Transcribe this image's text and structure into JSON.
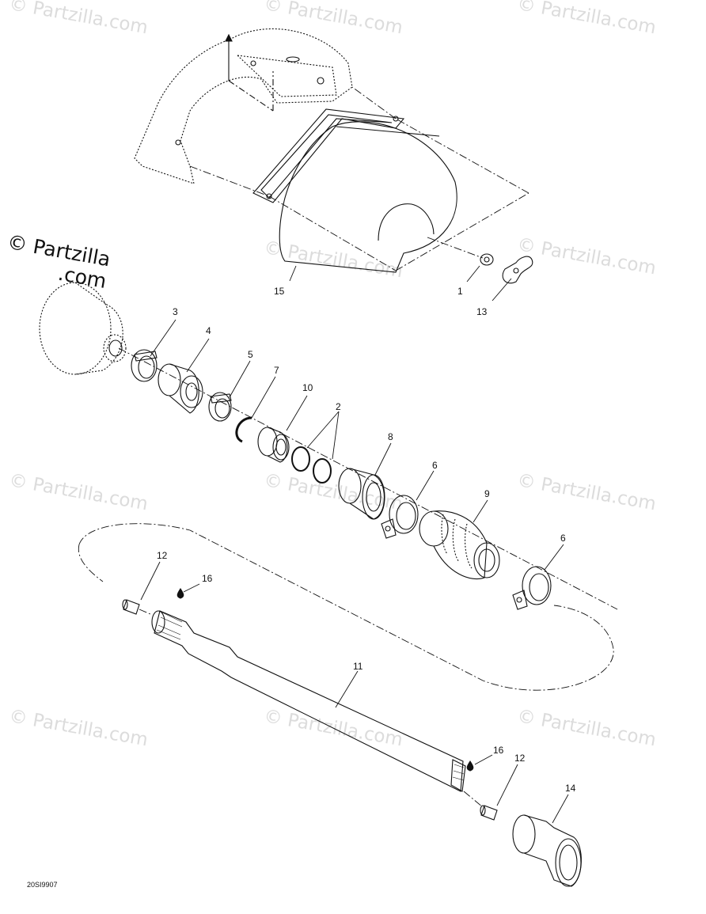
{
  "watermark": "© Partzilla.com",
  "brand": {
    "line1": "© Partzilla",
    "line2": ".com"
  },
  "diagram_code": "20SI9907",
  "callouts": [
    {
      "id": "c1",
      "label": "1"
    },
    {
      "id": "c2",
      "label": "2"
    },
    {
      "id": "c3",
      "label": "3"
    },
    {
      "id": "c4",
      "label": "4"
    },
    {
      "id": "c5",
      "label": "5"
    },
    {
      "id": "c6a",
      "label": "6"
    },
    {
      "id": "c6b",
      "label": "6"
    },
    {
      "id": "c7",
      "label": "7"
    },
    {
      "id": "c8",
      "label": "8"
    },
    {
      "id": "c9",
      "label": "9"
    },
    {
      "id": "c10",
      "label": "10"
    },
    {
      "id": "c11",
      "label": "11"
    },
    {
      "id": "c12a",
      "label": "12"
    },
    {
      "id": "c12b",
      "label": "12"
    },
    {
      "id": "c13",
      "label": "13"
    },
    {
      "id": "c14",
      "label": "14"
    },
    {
      "id": "c15",
      "label": "15"
    },
    {
      "id": "c16a",
      "label": "16"
    },
    {
      "id": "c16b",
      "label": "16"
    }
  ]
}
